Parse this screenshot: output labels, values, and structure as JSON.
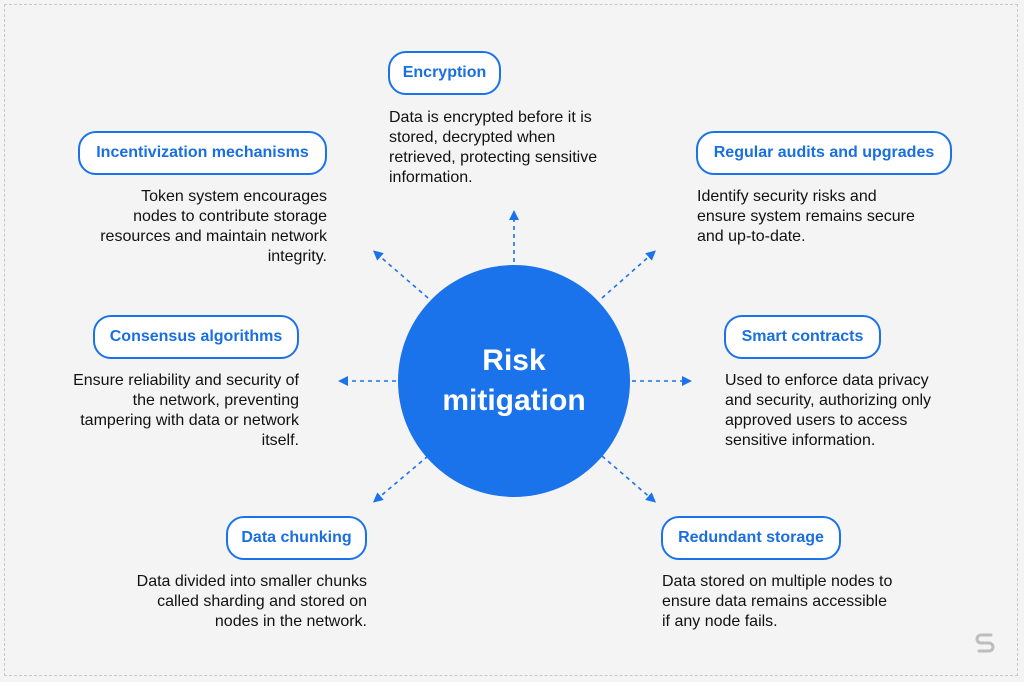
{
  "center": {
    "label": "Risk\nmitigation"
  },
  "nodes": {
    "encryption": {
      "title": "Encryption",
      "description": "Data is encrypted before it is\nstored, decrypted when\nretrieved, protecting sensitive\ninformation."
    },
    "incentivization": {
      "title": "Incentivization mechanisms",
      "description": "Token system encourages\nnodes to contribute storage\nresources and maintain network\nintegrity."
    },
    "audits": {
      "title": "Regular audits and upgrades",
      "description": "Identify security risks and\nensure system remains secure\nand up-to-date."
    },
    "consensus": {
      "title": "Consensus algorithms",
      "description": "Ensure reliability and security of\nthe network, preventing\ntampering with data or network\nitself."
    },
    "smart_contracts": {
      "title": "Smart contracts",
      "description": "Used to enforce data privacy\nand security, authorizing only\napproved users to access\nsensitive information."
    },
    "chunking": {
      "title": "Data chunking",
      "description": "Data divided into smaller chunks\ncalled sharding and stored on\nnodes in the network."
    },
    "redundant": {
      "title": "Redundant storage",
      "description": "Data stored on multiple nodes to\nensure data remains accessible\nif any node fails."
    }
  },
  "colors": {
    "accent": "#1a73ea",
    "pill_text": "#1a6fe0",
    "text": "#111111",
    "background": "#f4f4f4"
  },
  "icons": {
    "logo": "brand-logo-icon"
  }
}
